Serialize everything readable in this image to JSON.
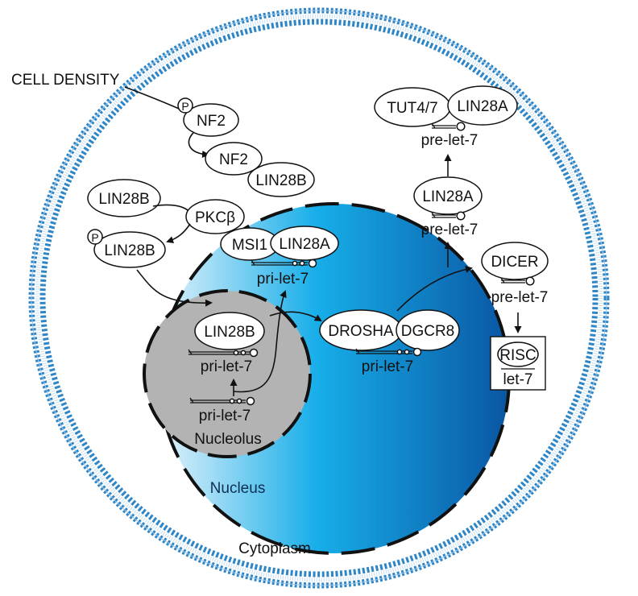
{
  "colors": {
    "membrane": "#2e86c8",
    "nucleus_light": "#d6ecf8",
    "nucleus_mid": "#0ea8e6",
    "nucleus_dark": "#0a5aa6",
    "nucleolus": "#b2b2b2",
    "outline": "#111111"
  },
  "labels": {
    "cell_density": "CELL DENSITY",
    "phospho": "P",
    "nf2": "NF2",
    "lin28b": "LIN28B",
    "lin28a": "LIN28A",
    "pkcb": "PKCβ",
    "msi1": "MSI1",
    "drosha": "DROSHA",
    "dgcr8": "DGCR8",
    "dicer": "DICER",
    "tut47": "TUT4/7",
    "risc": "RISC",
    "pri_let7": "pri-let-7",
    "pre_let7": "pre-let-7",
    "let7": "let-7",
    "nucleolus": "Nucleolus",
    "nucleus": "Nucleus",
    "cytoplasm": "Cytoplasm"
  }
}
